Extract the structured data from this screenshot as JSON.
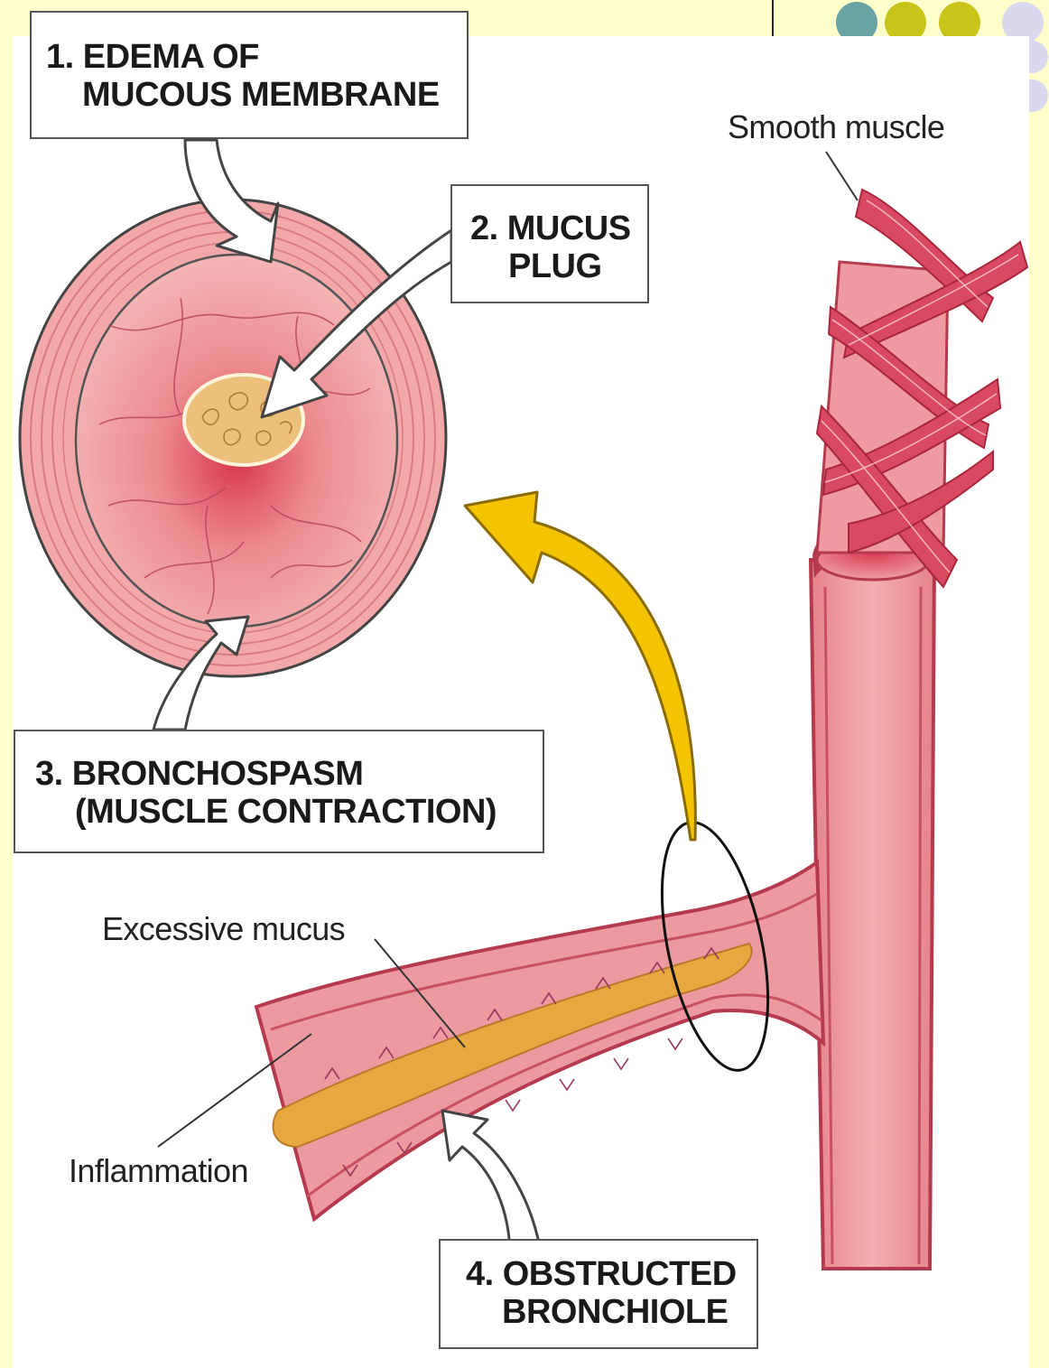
{
  "callouts": {
    "edema": {
      "line1": "1. EDEMA OF",
      "line2": "MUCOUS MEMBRANE"
    },
    "mucus_plug": {
      "line1": "2. MUCUS",
      "line2": "PLUG"
    },
    "bronchospasm": {
      "line1": "3. BRONCHOSPASM",
      "line2": "(MUSCLE CONTRACTION)"
    },
    "obstructed": {
      "line1": "4. OBSTRUCTED",
      "line2": "BRONCHIOLE"
    }
  },
  "labels": {
    "smooth_muscle": "Smooth muscle",
    "excessive_mucus": "Excessive mucus",
    "inflammation": "Inflammation"
  },
  "colors": {
    "background": "#ffffcc",
    "tissue": "#e8908f",
    "tissue_dark": "#c9485a",
    "lumen": "#f0a3a3",
    "mucus": "#e8a840",
    "arrow_yellow": "#f5c400",
    "muscle_band": "#d94a62"
  }
}
